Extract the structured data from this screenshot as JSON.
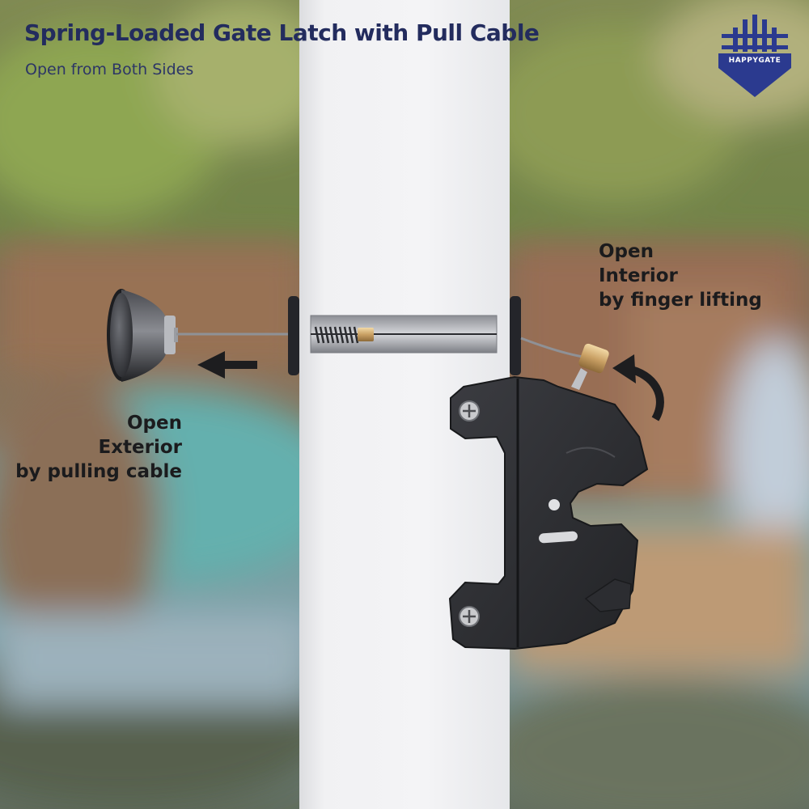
{
  "header": {
    "title": "Spring-Loaded Gate Latch with Pull Cable",
    "subtitle": "Open from Both Sides"
  },
  "brand": {
    "logo_text": "HAPPYGATE",
    "color": "#2b3a8f"
  },
  "callouts": {
    "exterior": {
      "line1": "Open",
      "line2": "Exterior",
      "line3": "by pulling cable"
    },
    "interior": {
      "line1": "Open",
      "line2": "Interior",
      "line3": "by finger lifting"
    }
  },
  "colors": {
    "title": "#232c5e",
    "latch_body": "#2b2c30",
    "arrow": "#1d1d1f"
  }
}
